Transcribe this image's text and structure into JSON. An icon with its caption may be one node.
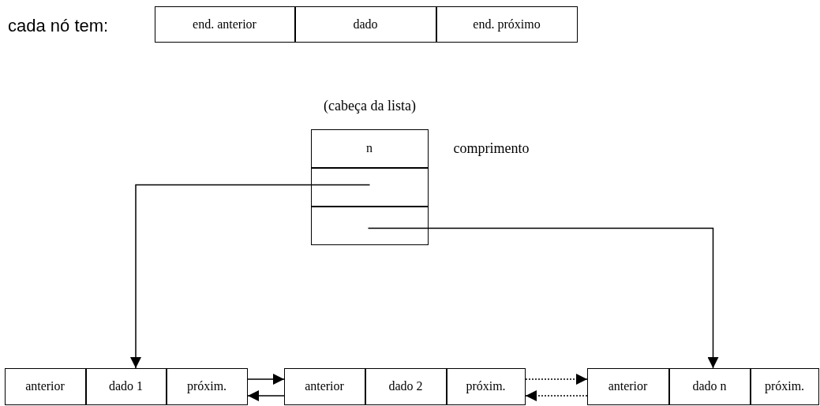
{
  "diagram": {
    "nodes": [
      {
        "text": [
          "end. anterior"
        ]
      },
      {
        "text": [
          "dado"
        ]
      },
      {
        "text": [
          "end. próximo"
        ]
      },
      {
        "text": [
          "(cabeça da lista)"
        ]
      },
      {
        "text": [
          "n"
        ],
        "in": 3,
        "beside": [
          "comprimento"
        ]
      },
      {
        "text": [],
        "shape": "box",
        "in": 3
      },
      {
        "text": [],
        "shape": "box",
        "in": 3
      },
      {
        "text": [],
        "shape": "box"
      },
      {
        "text": [
          "anterior"
        ],
        "in": 7
      },
      {
        "text": [
          "dado 1"
        ],
        "in": 7
      },
      {
        "text": [
          "próxim."
        ],
        "in": 7
      },
      {
        "text": [],
        "shape": "box"
      },
      {
        "text": [
          "anterior"
        ],
        "in": 11
      },
      {
        "text": [
          "dado 2"
        ],
        "in": 11
      },
      {
        "text": [
          "próxim."
        ],
        "in": 11
      },
      {
        "text": [],
        "shape": "box"
      },
      {
        "text": [
          "anterior"
        ],
        "in": 15
      },
      {
        "text": [
          "dado n"
        ],
        "in": 15
      },
      {
        "text": [
          "próxim."
        ],
        "in": 15
      }
    ],
    "edges": [
      {
        "from": 5,
        "to": 9,
        "arrow": "to"
      },
      {
        "from": 6,
        "to": 17,
        "arrow": "to"
      },
      {
        "from": 10,
        "to": 12,
        "arrow": "to"
      },
      {
        "from": 12,
        "to": 10,
        "arrow": "to"
      },
      {
        "from": 14,
        "to": 16,
        "arrow": "to",
        "style": "dashed"
      },
      {
        "from": 16,
        "to": 14,
        "arrow": "to",
        "style": "dashed"
      }
    ],
    "labels": [
      "cada nó tem:"
    ]
  }
}
